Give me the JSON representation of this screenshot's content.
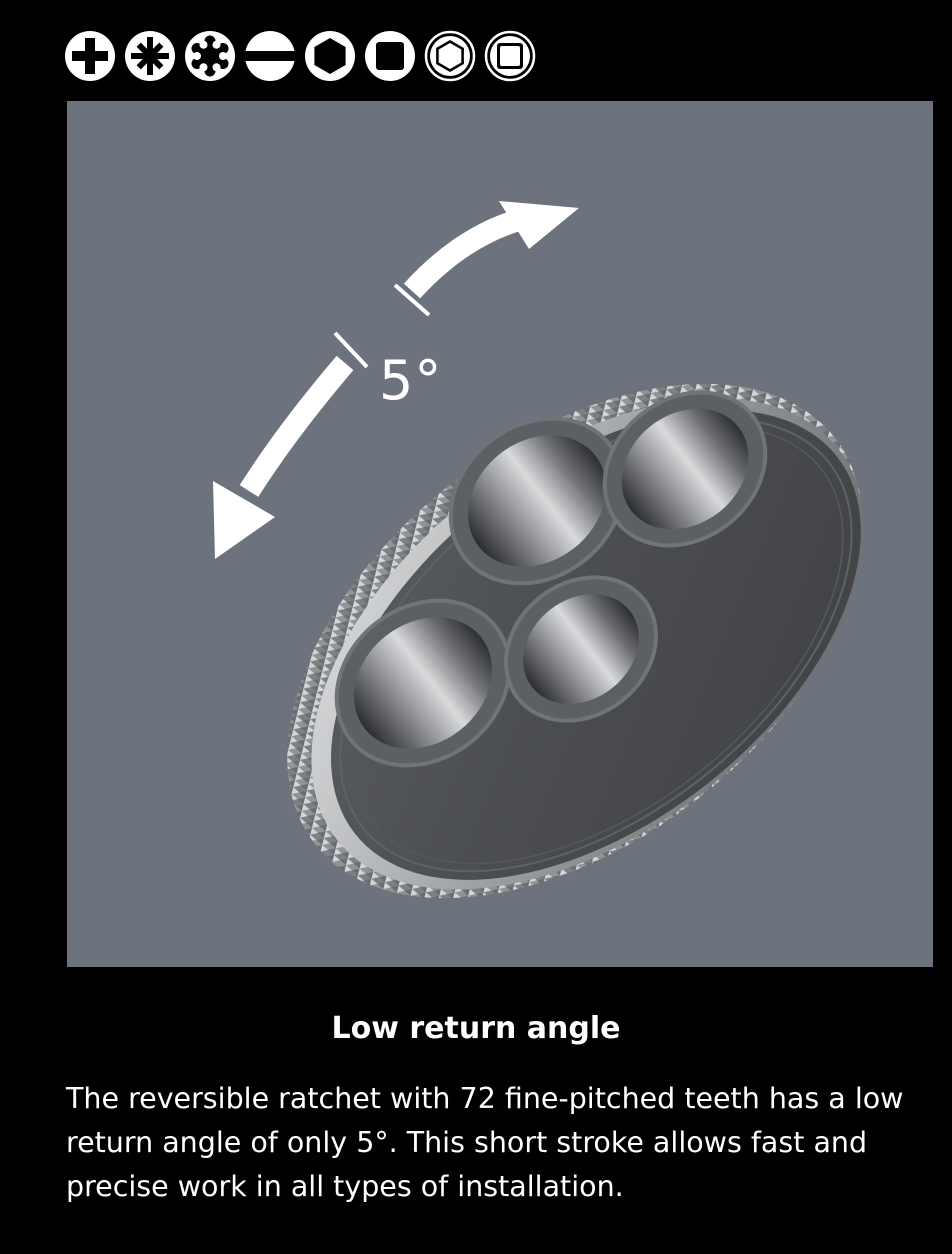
{
  "drive_icons": [
    {
      "name": "phillips-icon"
    },
    {
      "name": "pozidriv-icon"
    },
    {
      "name": "torx-icon"
    },
    {
      "name": "slotted-icon"
    },
    {
      "name": "hex-icon"
    },
    {
      "name": "square-icon"
    },
    {
      "name": "hex-outline-icon"
    },
    {
      "name": "square-outline-icon"
    }
  ],
  "figure": {
    "angle_label": "5°"
  },
  "feature": {
    "title": "Low return angle",
    "description": "The reversible ratchet with 72 fine-pitched teeth has a low return angle of only 5°. This short stroke allows fast and precise work in all types of installation."
  },
  "colors": {
    "background": "#000000",
    "panel": "#6c737c",
    "text": "#ffffff"
  }
}
